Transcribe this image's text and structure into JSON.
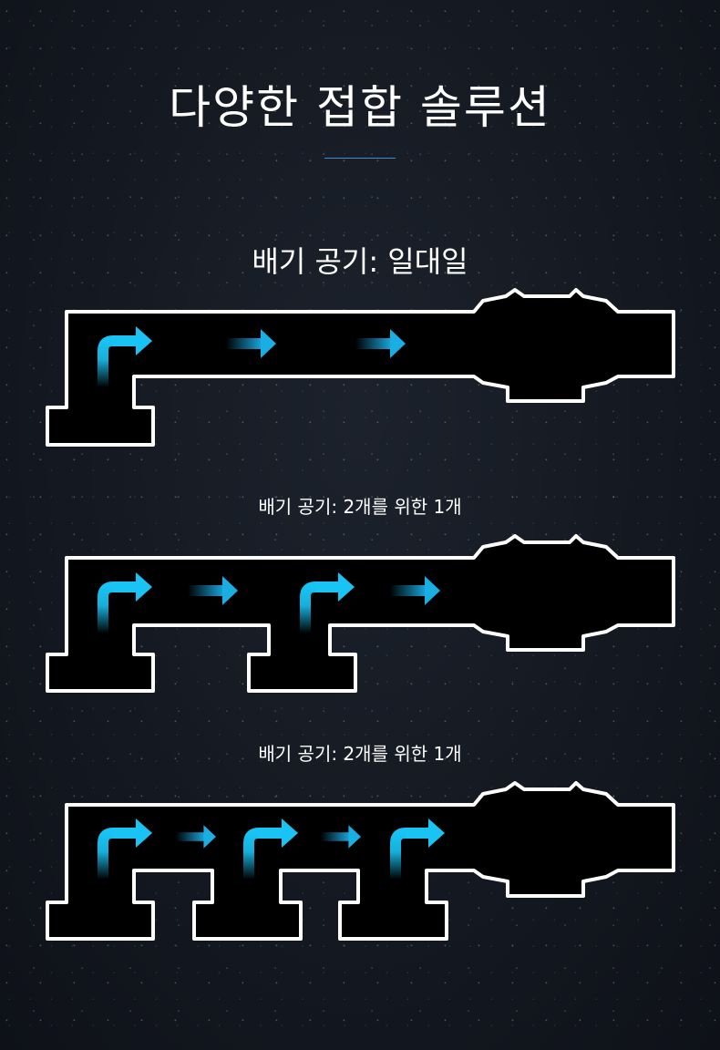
{
  "header": {
    "title": "다양한 접합 솔루션"
  },
  "colors": {
    "accent": "#19c3f3",
    "pipe_outline": "#ffffff",
    "pipe_fill": "#000000",
    "rule": "#3a8ed8"
  },
  "diagrams": [
    {
      "label": "배기 공기: 일대일",
      "inputs": 1
    },
    {
      "label": "배기 공기: 2개를 위한 1개",
      "inputs": 2
    },
    {
      "label": "배기 공기: 2개를 위한 1개",
      "inputs": 3
    }
  ]
}
